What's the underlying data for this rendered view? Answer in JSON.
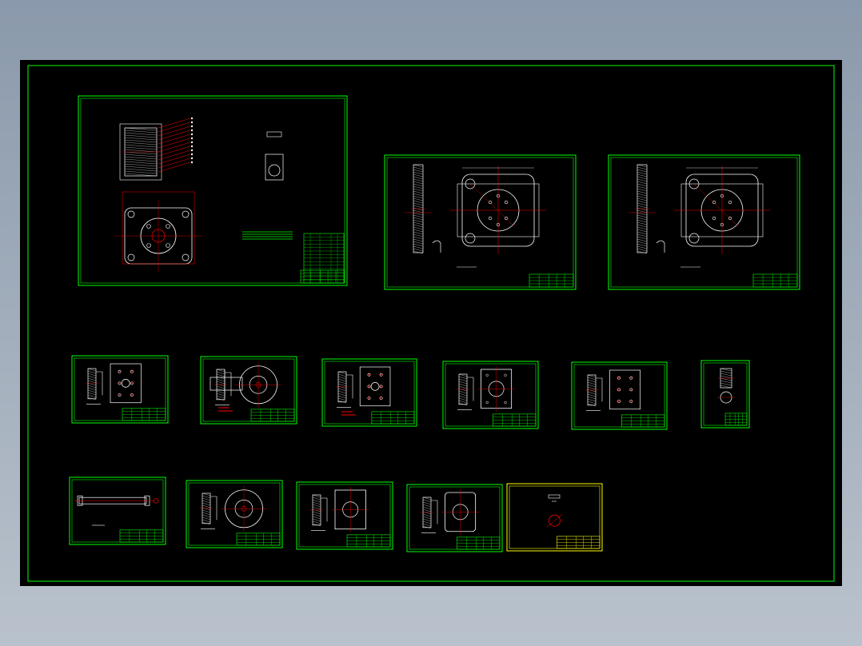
{
  "colors": {
    "background": "#000000",
    "sheet_border": "#00ff00",
    "highlight_border": "#ffff00",
    "geometry": "#ffffff",
    "dimension": "#ff0000",
    "text_note": "#00ff00",
    "outer_bg": "#8a99ab"
  },
  "sheets": [
    {
      "kind": "assembly",
      "highlighted": false
    },
    {
      "kind": "plate-4hole",
      "highlighted": false
    },
    {
      "kind": "plate-4hole",
      "highlighted": false
    },
    {
      "kind": "part",
      "highlighted": false
    },
    {
      "kind": "part",
      "highlighted": false
    },
    {
      "kind": "part",
      "highlighted": false
    },
    {
      "kind": "part",
      "highlighted": false
    },
    {
      "kind": "part",
      "highlighted": false
    },
    {
      "kind": "part",
      "highlighted": false
    },
    {
      "kind": "shaft",
      "highlighted": false
    },
    {
      "kind": "part",
      "highlighted": false
    },
    {
      "kind": "part",
      "highlighted": false
    },
    {
      "kind": "part",
      "highlighted": false
    },
    {
      "kind": "small-part",
      "highlighted": true
    }
  ]
}
